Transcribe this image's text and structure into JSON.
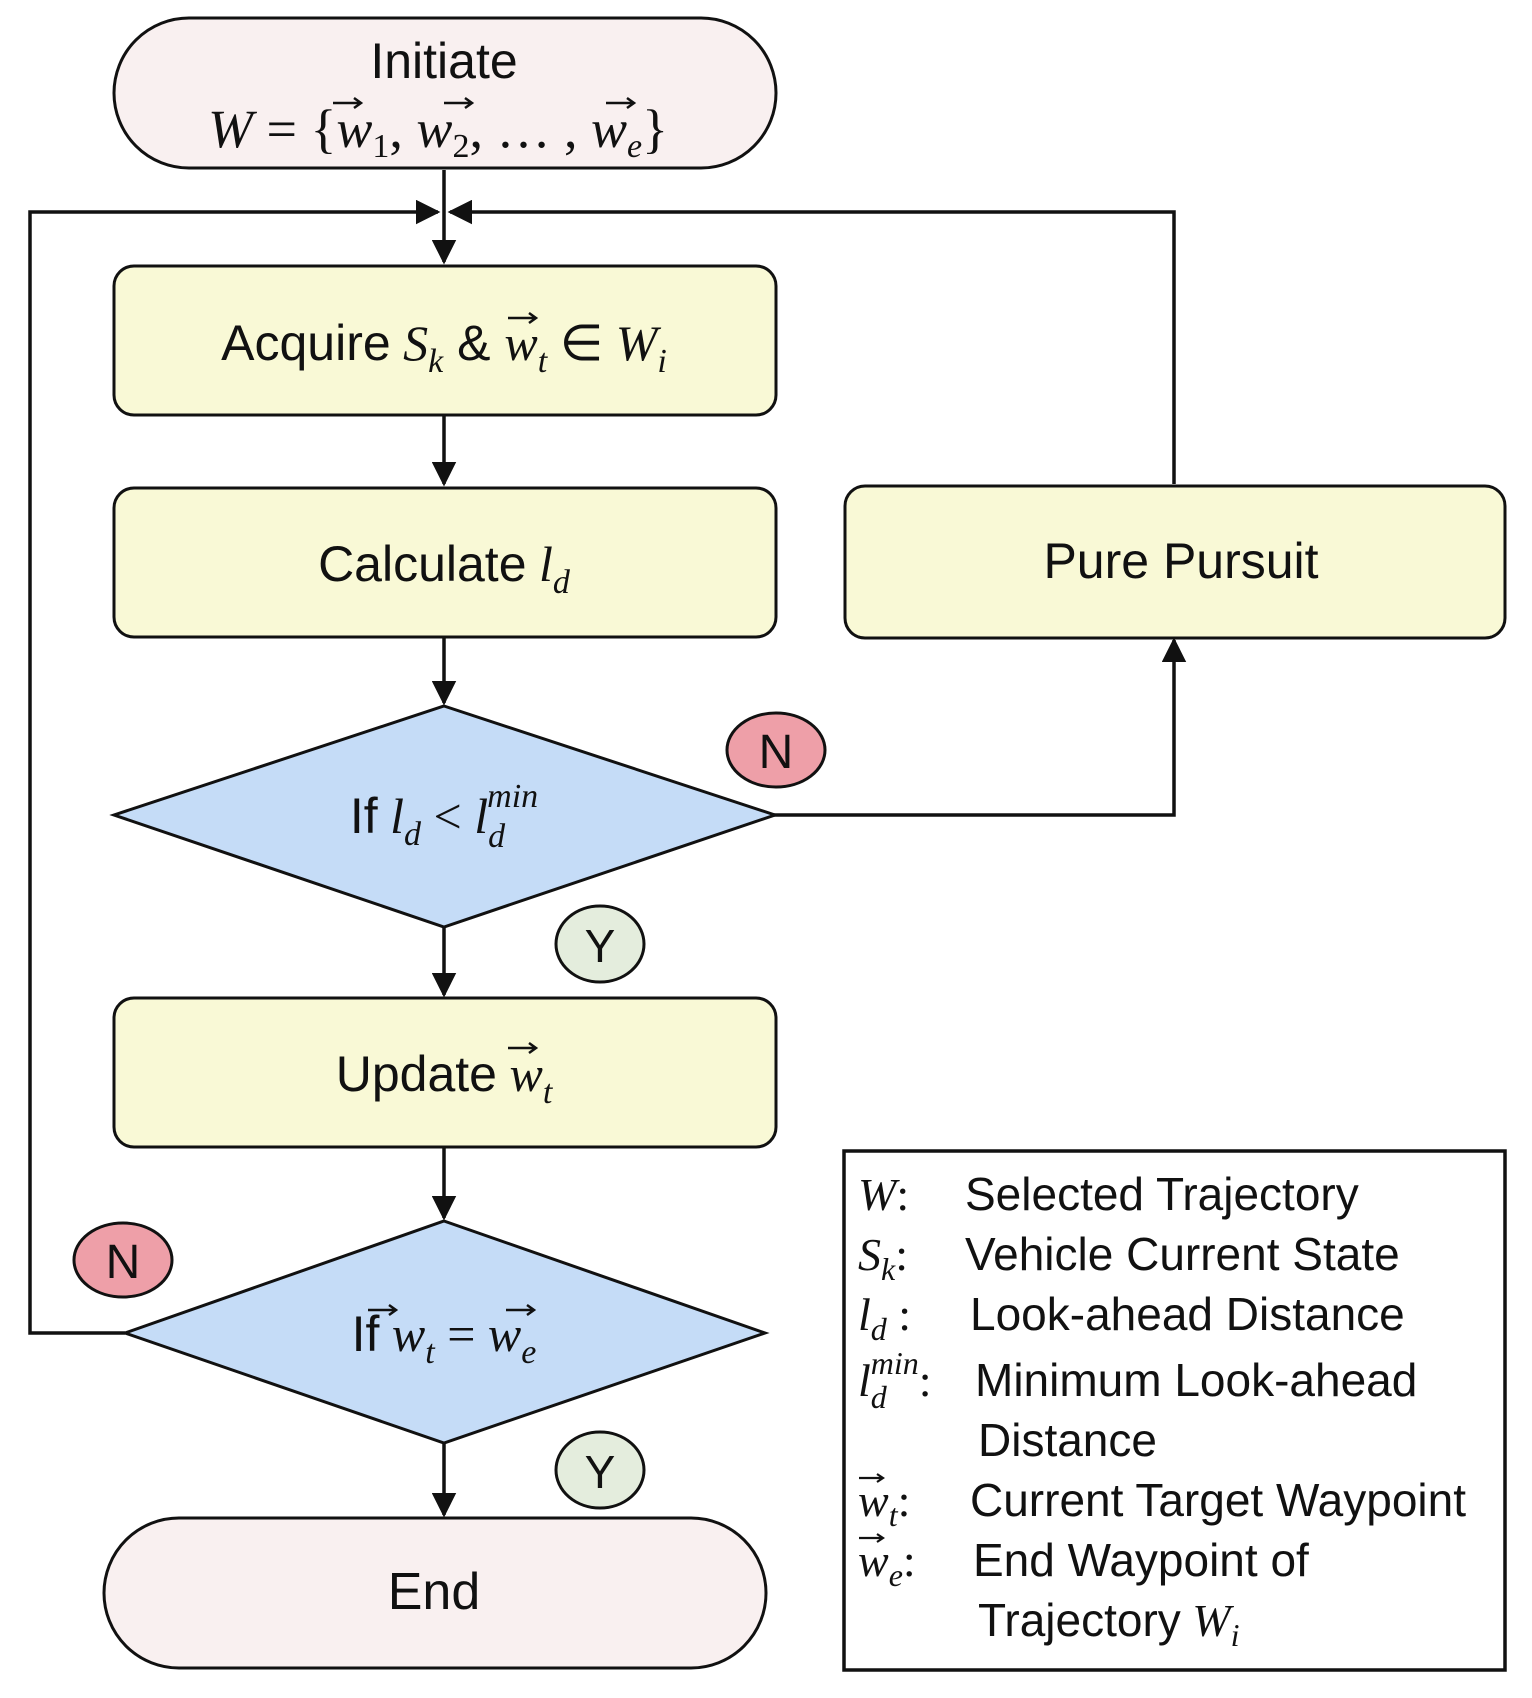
{
  "nodes": {
    "start": {
      "title": "Initiate",
      "math": "W = {w⃗1, w⃗2, …, w⃗e}"
    },
    "acquire": {
      "label": "Acquire",
      "math": "S_k & w⃗_t ∈ W_i"
    },
    "calculate": {
      "label": "Calculate",
      "math": "l_d"
    },
    "check_ld": {
      "label": "If",
      "math": "l_d < l_d^min"
    },
    "update": {
      "label": "Update",
      "math": "w⃗_t"
    },
    "check_end": {
      "label": "If",
      "math": "w⃗_t = w⃗_e"
    },
    "pure_pursuit": {
      "label": "Pure Pursuit"
    },
    "end": {
      "label": "End"
    }
  },
  "badges": {
    "no": "N",
    "yes": "Y"
  },
  "legend": [
    {
      "symbol": "W",
      "sep": ":",
      "text": "Selected Trajectory"
    },
    {
      "symbol": "S_k",
      "sep": ":",
      "text": "Vehicle Current State"
    },
    {
      "symbol": "l_d",
      "sep": ":",
      "text": "Look-ahead Distance"
    },
    {
      "symbol": "l_d^min",
      "sep": ":",
      "text": "Minimum Look-ahead",
      "text2": "Distance"
    },
    {
      "symbol": "w⃗_t",
      "sep": ":",
      "text": "Current Target Waypoint"
    },
    {
      "symbol": "w⃗_e",
      "sep": ":",
      "text": "End Waypoint of",
      "text2": "Trajectory",
      "text2_math": "W_i"
    }
  ],
  "colors": {
    "terminal_fill": "#f9f0f0",
    "process_fill": "#f9f9d6",
    "decision_fill": "#c5dcf7",
    "no_badge_fill": "#ee9fa8",
    "yes_badge_fill": "#e4eddd",
    "stroke": "#111111"
  }
}
